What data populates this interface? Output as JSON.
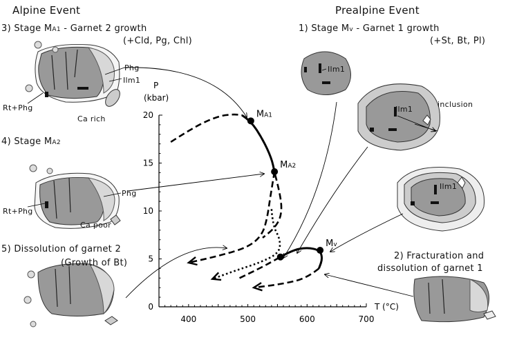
{
  "headings": {
    "alpine": "Alpine Event",
    "prealpine": "Prealpine Event"
  },
  "stages": {
    "s3a": "3) Stage M",
    "s3sub": "A1",
    "s3b": " - Garnet 2 growth",
    "s3c": "(+Cld, Pg, Chl)",
    "s4a": "4) Stage M",
    "s4sub": "A2",
    "s5a": "5) Dissolution of garnet 2",
    "s5b": "(Growth of Bt)",
    "s1a": "1) Stage M",
    "s1sub": "v",
    "s1b": " - Garnet 1 growth",
    "s1c": "(+St, Bt, Pl)",
    "s2a": "2) Fracturation and",
    "s2b": "dissolution of garnet 1"
  },
  "labels": {
    "phg1": "Phg",
    "ilm1a": "Ilm1",
    "rtphg1": "Rt+Phg",
    "carich": "Ca rich",
    "phg2": "Phg",
    "rtphg2": "Rt+Phg",
    "capoor": "Ca poor",
    "ilm1b": "Ilm1",
    "ilm1c": "Ilm1",
    "inclusion": "inclusion",
    "ilm1d": "Ilm1"
  },
  "chart_data": {
    "type": "line",
    "xlabel": "T (°C)",
    "ylabel": "P",
    "ylabel2": "(kbar)",
    "xlim": [
      350,
      700
    ],
    "ylim": [
      0,
      20
    ],
    "xticks": [
      400,
      500,
      600,
      700
    ],
    "yticks": [
      0,
      5,
      10,
      15,
      20
    ],
    "xtick_labels": [
      "400",
      "500",
      "600",
      "700"
    ],
    "ytick_labels": [
      "0",
      "5",
      "10",
      "15",
      "20"
    ],
    "points": [
      {
        "name": "MA1",
        "main": "M",
        "sub": "A1",
        "T": 505,
        "P": 19.4
      },
      {
        "name": "MA2",
        "main": "M",
        "sub": "A2",
        "T": 545,
        "P": 14.1
      },
      {
        "name": "Mv",
        "main": "M",
        "sub": "v",
        "T": 622,
        "P": 5.9
      },
      {
        "name": "Mv-start",
        "main": "",
        "sub": "",
        "T": 555,
        "P": 5.2
      }
    ],
    "paths": [
      {
        "name": "alpine-prograde",
        "style": "dashed",
        "pts": [
          [
            370,
            17.2
          ],
          [
            410,
            18.8
          ],
          [
            450,
            19.9
          ],
          [
            475,
            20.1
          ],
          [
            490,
            20
          ]
        ]
      },
      {
        "name": "alpine-peak",
        "style": "solid",
        "pts": [
          [
            490,
            20
          ],
          [
            505,
            19.4
          ],
          [
            525,
            17.5
          ],
          [
            540,
            15.5
          ],
          [
            545,
            14.1
          ]
        ]
      },
      {
        "name": "alpine-retro-1",
        "style": "dashed",
        "arrow": true,
        "pts": [
          [
            545,
            14.1
          ],
          [
            538,
            11.5
          ],
          [
            532,
            9
          ],
          [
            523,
            7.4
          ],
          [
            500,
            6.2
          ],
          [
            450,
            5.3
          ],
          [
            400,
            4.6
          ]
        ]
      },
      {
        "name": "alpine-retro-2",
        "style": "dashed",
        "pts": [
          [
            546,
            13.8
          ],
          [
            556,
            11.5
          ],
          [
            557,
            9.5
          ],
          [
            545,
            8.2
          ],
          [
            525,
            7.2
          ]
        ]
      },
      {
        "name": "alpine-retro-3",
        "style": "dotted",
        "arrow": true,
        "pts": [
          [
            540,
            10.2
          ],
          [
            542,
            8.5
          ],
          [
            555,
            7
          ],
          [
            553,
            5.6
          ],
          [
            520,
            4.6
          ],
          [
            480,
            3.8
          ],
          [
            440,
            2.9
          ]
        ]
      },
      {
        "name": "prealpine-peak",
        "style": "solid",
        "pts": [
          [
            555,
            5.2
          ],
          [
            575,
            5.9
          ],
          [
            600,
            6.2
          ],
          [
            622,
            5.9
          ],
          [
            626,
            5
          ],
          [
            620,
            4
          ]
        ]
      },
      {
        "name": "prealpine-retro",
        "style": "dashed",
        "arrow": true,
        "pts": [
          [
            620,
            4
          ],
          [
            600,
            3
          ],
          [
            560,
            2.4
          ],
          [
            510,
            2
          ]
        ]
      },
      {
        "name": "prealpine-pre",
        "style": "dashed",
        "pts": [
          [
            486,
            3
          ],
          [
            520,
            4
          ],
          [
            555,
            5.2
          ]
        ]
      }
    ]
  }
}
